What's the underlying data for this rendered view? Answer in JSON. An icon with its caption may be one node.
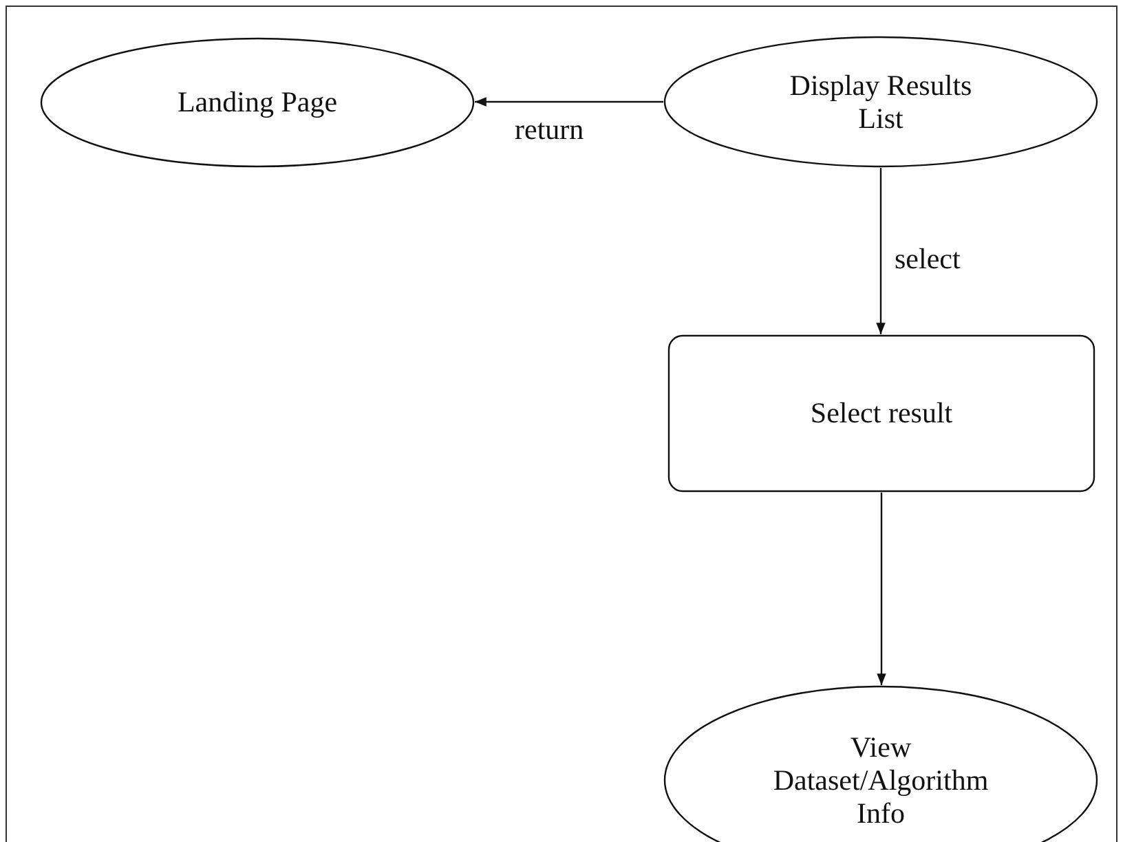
{
  "diagram": {
    "nodes": [
      {
        "text": [
          "Landing Page"
        ]
      },
      {
        "text": [
          "Display Results List"
        ]
      },
      {
        "text": [
          "Select result"
        ]
      },
      {
        "text": [
          "View Dataset/Algorithm Info"
        ]
      }
    ],
    "edges": [
      {
        "from": 1,
        "to": 0,
        "arrow": "to",
        "label": "return"
      },
      {
        "from": 1,
        "to": 2,
        "arrow": "to",
        "label": "select"
      },
      {
        "from": 2,
        "to": 3,
        "arrow": "to"
      }
    ]
  }
}
